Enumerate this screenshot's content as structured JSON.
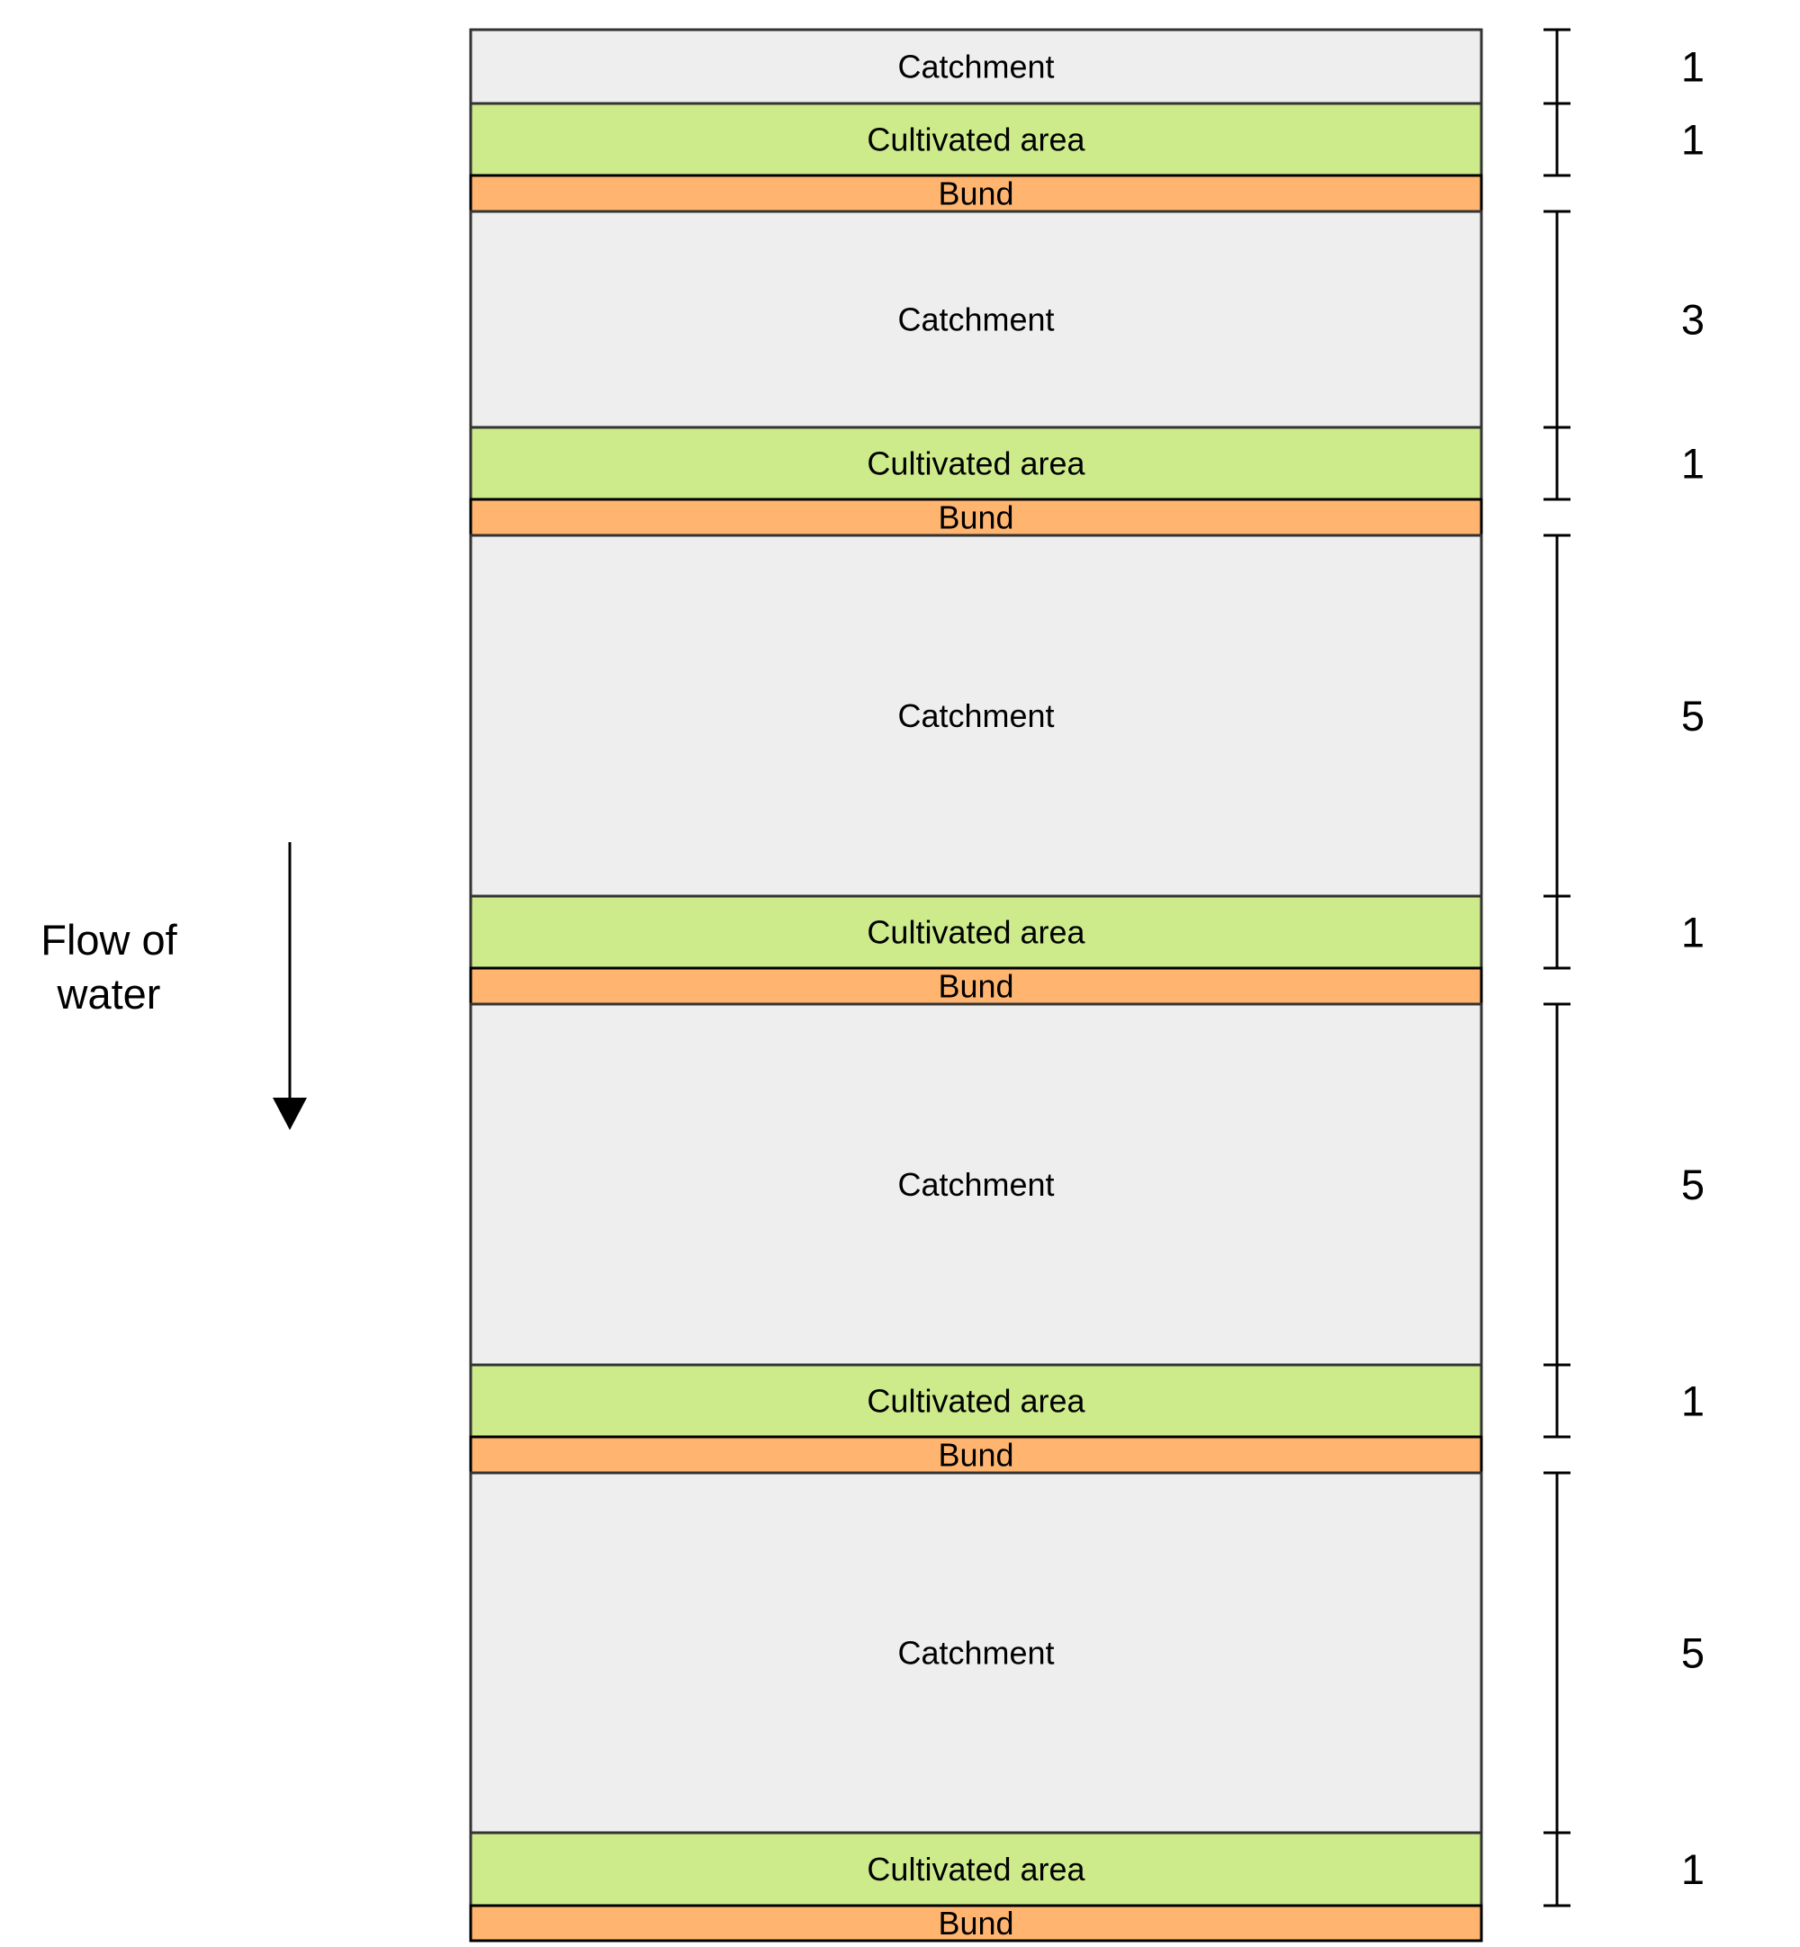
{
  "colors": {
    "catchment": "#eeeeee",
    "cultivated": "#cdeb8b",
    "bund": "#ffb570",
    "outline": "#333333",
    "bund_outline": "#000000",
    "line": "#000000"
  },
  "flow": {
    "label_line1": "Flow of",
    "label_line2": "water",
    "arrow_icon": "arrow-down-icon"
  },
  "bands": [
    {
      "type": "catchment",
      "label": "Catchment"
    },
    {
      "type": "cultivated",
      "label": "Cultivated area"
    },
    {
      "type": "bund",
      "label": "Bund"
    },
    {
      "type": "catchment",
      "label": "Catchment"
    },
    {
      "type": "cultivated",
      "label": "Cultivated area"
    },
    {
      "type": "bund",
      "label": "Bund"
    },
    {
      "type": "catchment",
      "label": "Catchment"
    },
    {
      "type": "cultivated",
      "label": "Cultivated area"
    },
    {
      "type": "bund",
      "label": "Bund"
    },
    {
      "type": "catchment",
      "label": "Catchment"
    },
    {
      "type": "cultivated",
      "label": "Cultivated area"
    },
    {
      "type": "bund",
      "label": "Bund"
    },
    {
      "type": "catchment",
      "label": "Catchment"
    },
    {
      "type": "cultivated",
      "label": "Cultivated area"
    },
    {
      "type": "bund",
      "label": "Bund"
    }
  ],
  "ratios": [
    "1",
    "1",
    "3",
    "1",
    "5",
    "1",
    "5",
    "1",
    "5",
    "1"
  ]
}
